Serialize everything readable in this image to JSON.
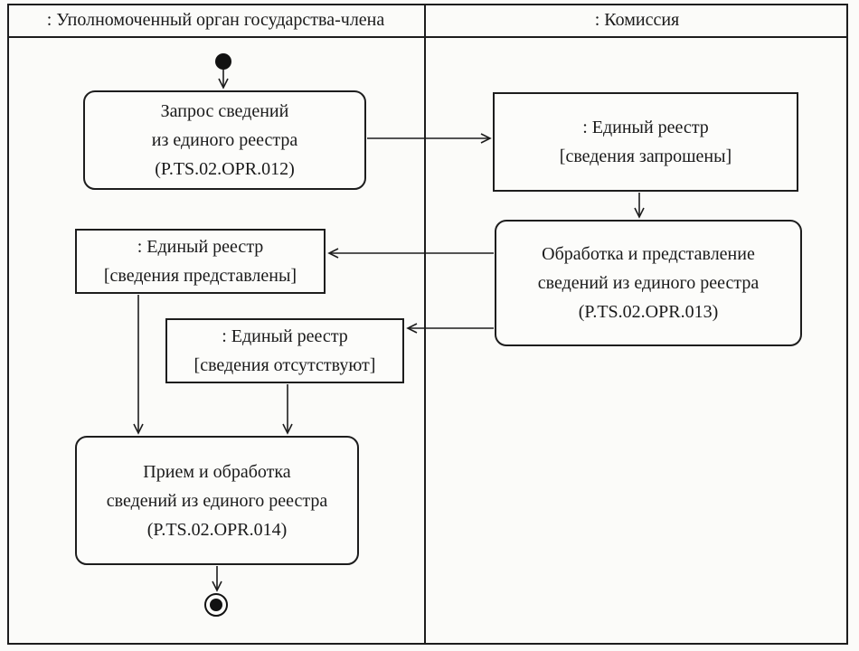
{
  "diagram": {
    "type": "uml-activity-swimlane",
    "lanes": [
      {
        "title": ": Уполномоченный орган государства-члена"
      },
      {
        "title": ": Комиссия"
      }
    ],
    "nodes": {
      "request": {
        "kind": "action",
        "lines": [
          "Запрос сведений",
          "из единого  реестра",
          "(P.TS.02.OPR.012)"
        ]
      },
      "registry_requested": {
        "kind": "object",
        "lines": [
          ": Единый реестр",
          "[сведения запрошены]"
        ]
      },
      "process": {
        "kind": "action",
        "lines": [
          "Обработка и представление",
          "сведений из единого реестра",
          "(P.TS.02.OPR.013)"
        ]
      },
      "registry_provided": {
        "kind": "object",
        "lines": [
          ": Единый реестр",
          "[сведения представлены]"
        ]
      },
      "registry_absent": {
        "kind": "object",
        "lines": [
          ": Единый реестр",
          "[сведения отсутствуют]"
        ]
      },
      "receive": {
        "kind": "action",
        "lines": [
          "Прием и обработка",
          "сведений из единого реестра",
          "(P.TS.02.OPR.014)"
        ]
      }
    },
    "colors": {
      "line": "#1d1d1d",
      "background": "#fbfbf9",
      "node_fill": "#fcfcfa"
    }
  }
}
